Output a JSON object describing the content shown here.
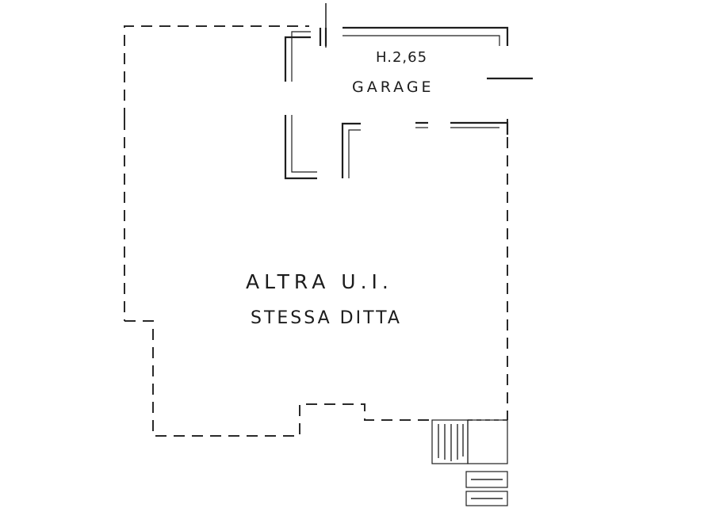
{
  "plan": {
    "labels": {
      "garage_height": "H.2,65",
      "garage": "GARAGE",
      "unit_line1": "ALTRA U.I.",
      "unit_line2": "STESSA DITTA"
    }
  }
}
